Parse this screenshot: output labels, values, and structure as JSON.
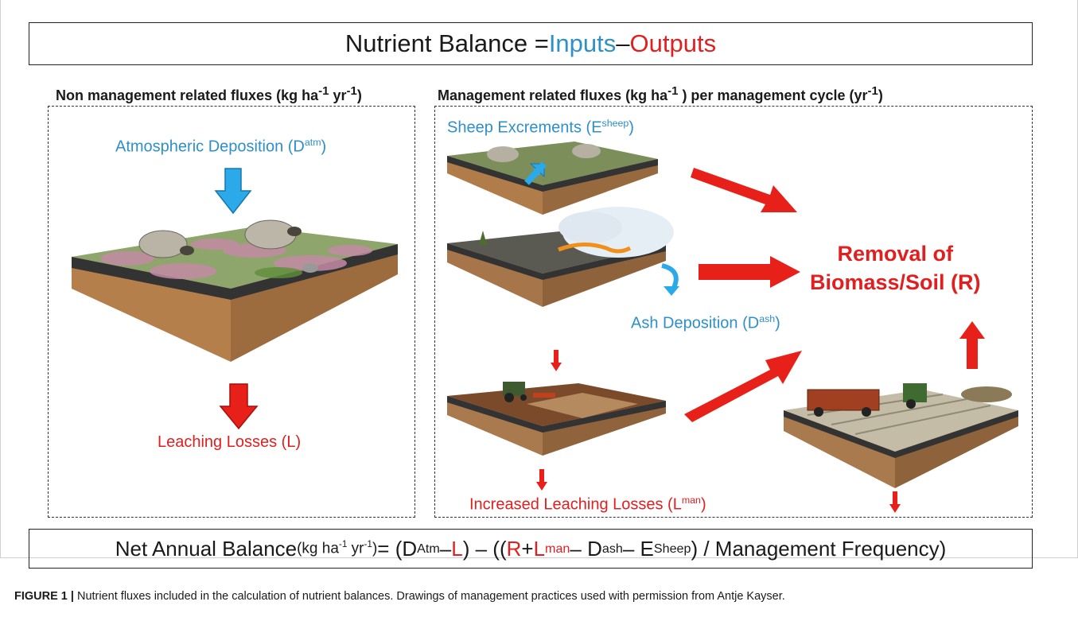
{
  "title": {
    "prefix": "Nutrient Balance = ",
    "inputs": "Inputs",
    "minus": " – ",
    "outputs": "Outputs"
  },
  "left_panel": {
    "heading_pre": "Non management related fluxes (kg ha",
    "heading_sup1": "-1",
    "heading_mid": " yr",
    "heading_sup2": "-1",
    "heading_post": ")",
    "atm_label": "Atmospheric Deposition (D",
    "atm_sup": "atm",
    "atm_close": ")",
    "leach_label": "Leaching Losses (L)"
  },
  "right_panel": {
    "heading_pre": "Management related fluxes (kg ha",
    "heading_sup1": "-1",
    "heading_mid": " ) per management cycle (yr",
    "heading_sup2": "-1",
    "heading_post": ")",
    "sheep_label": "Sheep Excrements (E",
    "sheep_sup": "sheep",
    "sheep_close": ")",
    "ash_label": "Ash Deposition (D",
    "ash_sup": "ash",
    "ash_close": ")",
    "removal_line1": "Removal of",
    "removal_line2": "Biomass/Soil (R)",
    "incleach_label": "Increased Leaching Losses (L",
    "incleach_sup": "man",
    "incleach_close": ")"
  },
  "equation": {
    "p1": "Net Annual Balance ",
    "p2": "(kg ha",
    "p3": "-1",
    "p4": " yr",
    "p5": "-1",
    "p6": ")",
    "p7": " = (D",
    "p8": "Atm",
    "p9": " – ",
    "p10": "L",
    "p11": ") – ((",
    "p12": "R",
    "p13": " + ",
    "p14": "L",
    "p15": "man",
    "p16": " – D",
    "p17": "ash",
    "p18": " – E",
    "p19": "Sheep",
    "p20": ") / Management Frequency)"
  },
  "caption": {
    "label": "FIGURE 1 |",
    "text": " Nutrient fluxes included in the calculation of nutrient balances. Drawings of management practices used with permission from Antje Kayser."
  },
  "colors": {
    "input_blue": "#2e8fc9",
    "output_red": "#e02020"
  }
}
